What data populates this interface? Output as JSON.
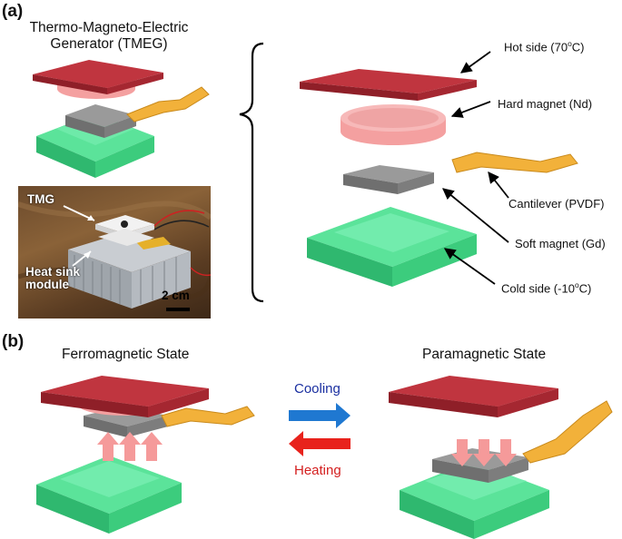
{
  "panel_a": {
    "label": "(a)",
    "title_line1": "Thermo-Magneto-Electric",
    "title_line2": "Generator (TMEG)",
    "labels": {
      "hot_side": "Hot side (70",
      "hot_side_sup": "o",
      "hot_side_end": "C)",
      "hard_magnet": "Hard magnet (Nd)",
      "cantilever": "Cantilever (PVDF)",
      "soft_magnet": "Soft magnet (Gd)",
      "cold_side": "Cold side (-10",
      "cold_side_sup": "o",
      "cold_side_end": "C)"
    },
    "photo": {
      "tmg": "TMG",
      "heat_sink_line1": "Heat sink",
      "heat_sink_line2": "module",
      "scale": "2 cm"
    }
  },
  "panel_b": {
    "label": "(b)",
    "left_state": "Ferromagnetic State",
    "right_state": "Paramagnetic State",
    "cooling": "Cooling",
    "heating": "Heating"
  },
  "colors": {
    "hot_plate": "#c0353f",
    "hard_magnet": "#f4a0a0",
    "soft_magnet": "#8a8a8a",
    "cold_plate": "#44d98a",
    "cantilever": "#f2b13a",
    "cooling_arrow": "#1f78d1",
    "heating_arrow": "#e8221c",
    "cooling_text": "#1a2fa0",
    "heating_text": "#d42020",
    "force_arrow": "#f59a9a"
  }
}
